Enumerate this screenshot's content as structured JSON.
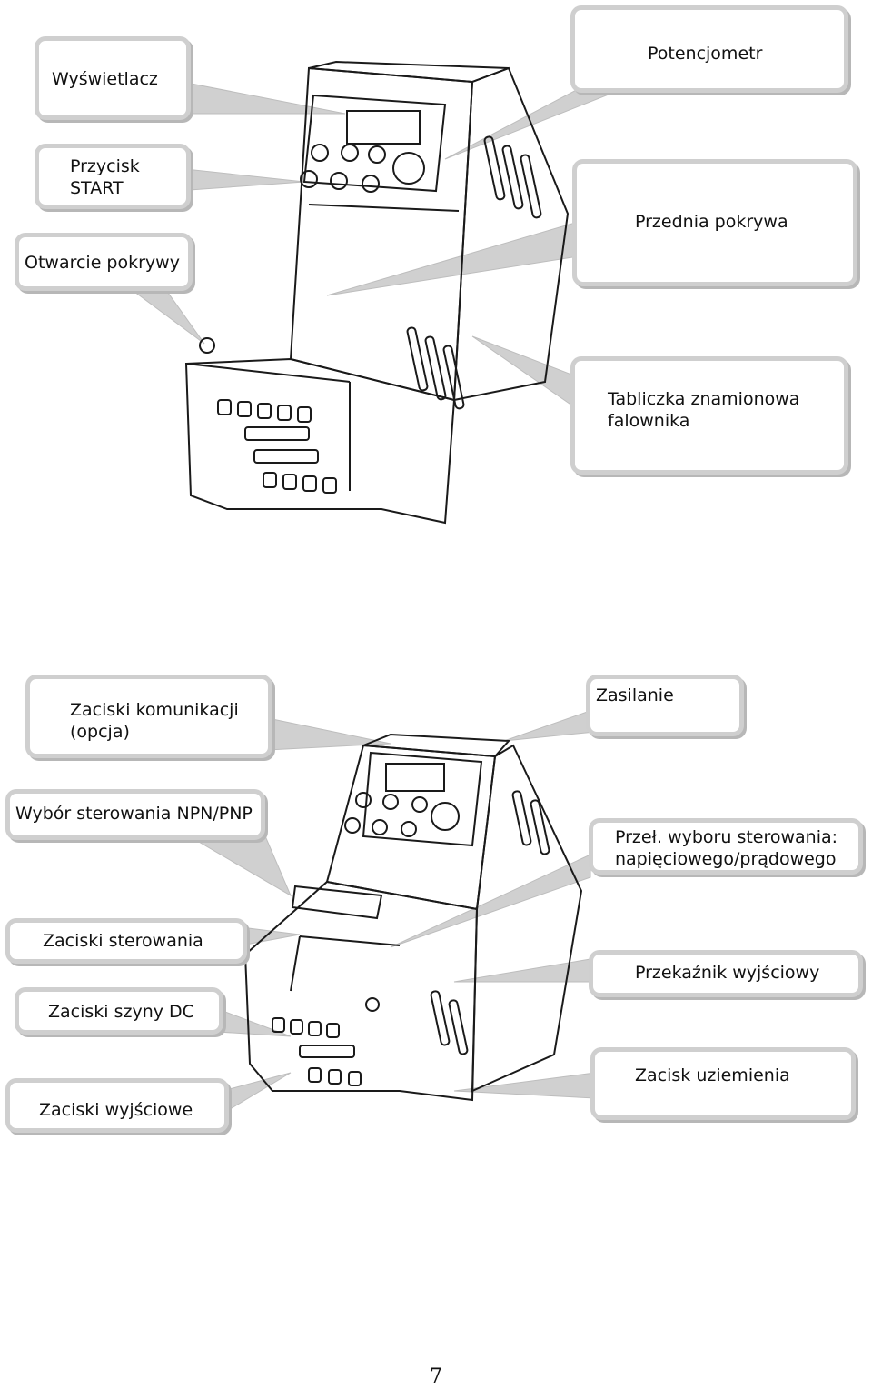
{
  "figure1": {
    "labels": {
      "wyswietlacz": "Wyświetlacz",
      "potencjometr": "Potencjometr",
      "przycisk_start_line1": "Przycisk",
      "przycisk_start_line2": "START",
      "przednia_pokrywa": "Przednia pokrywa",
      "otwarcie_pokrywy": "Otwarcie pokrywy",
      "tabliczka_line1": "Tabliczka znamionowa",
      "tabliczka_line2": "falownika"
    }
  },
  "figure2": {
    "labels": {
      "zaciski_komunikacji_line1": "Zaciski komunikacji",
      "zaciski_komunikacji_line2": "(opcja)",
      "zasilanie": "Zasilanie",
      "wybor_npn_pnp": "Wybór sterowania NPN/PNP",
      "przel_line1": "Przeł. wyboru sterowania:",
      "przel_line2": "napięciowego/prądowego",
      "zaciski_sterowania": "Zaciski sterowania",
      "przekaznik": "Przekaźnik wyjściowy",
      "zaciski_szyny_dc": "Zaciski szyny DC",
      "zacisk_uziemienia": "Zacisk uziemienia",
      "zaciski_wyjsciowe": "Zaciski wyjściowe"
    }
  },
  "page_number": "7"
}
